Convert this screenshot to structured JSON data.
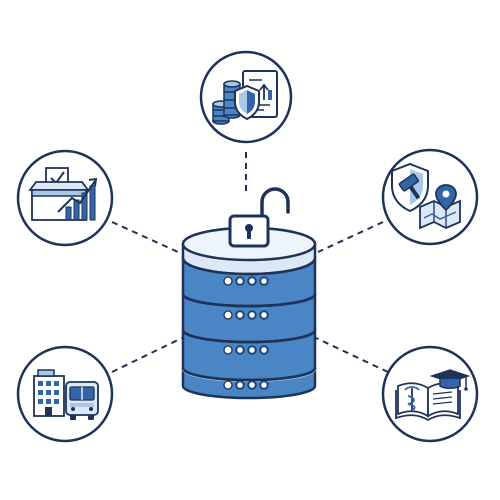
{
  "colors": {
    "navy": "#1e3358",
    "blue_dark": "#3266a8",
    "blue_mid": "#4a86c6",
    "blue_light": "#a9c8e8",
    "blue_pale": "#dce8f5",
    "white": "#ffffff"
  },
  "database": {
    "icon": "database-server-icon",
    "lock_icon": "unlocked-padlock-icon",
    "layers": [
      {
        "icon": "server-layer-icon"
      },
      {
        "icon": "server-layer-icon"
      },
      {
        "icon": "server-layer-icon"
      },
      {
        "icon": "server-layer-icon"
      }
    ]
  },
  "nodes": [
    {
      "id": "finance",
      "icon": "financial-security-icon"
    },
    {
      "id": "voting",
      "icon": "ballot-box-chart-icon"
    },
    {
      "id": "legal",
      "icon": "legal-location-icon"
    },
    {
      "id": "infrastructure",
      "icon": "city-transport-icon"
    },
    {
      "id": "education",
      "icon": "education-medical-icon"
    }
  ],
  "connector_style": "dashed"
}
